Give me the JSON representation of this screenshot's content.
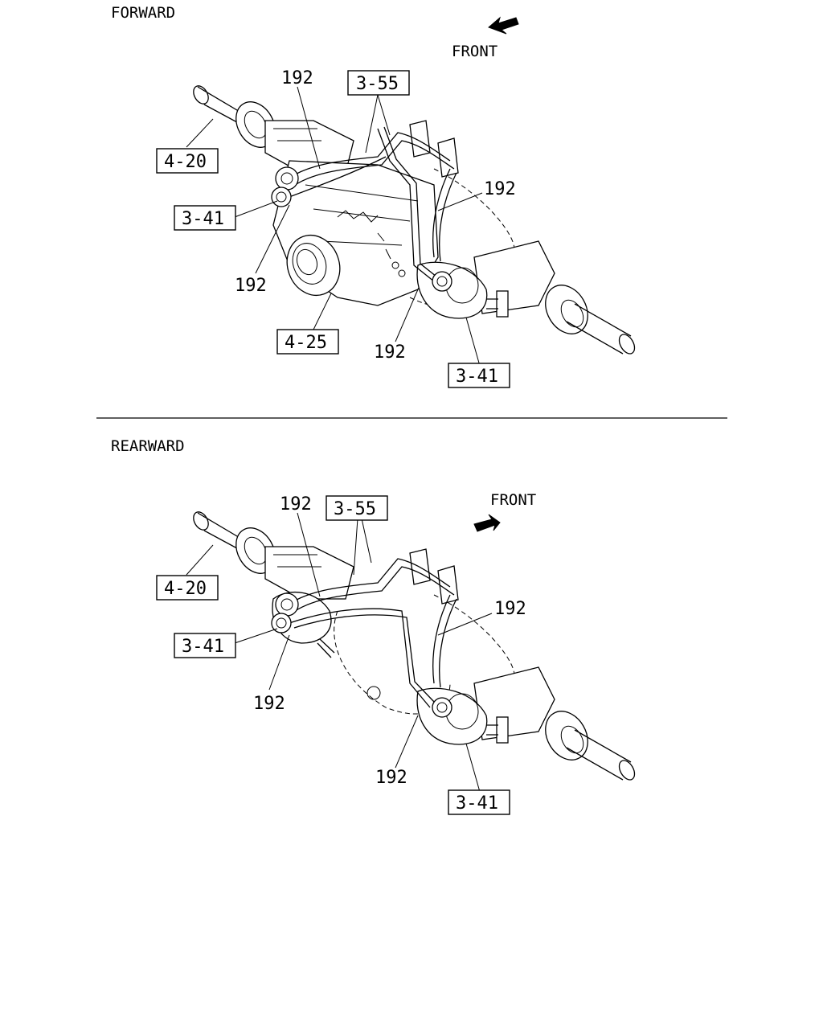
{
  "sections": {
    "forward": {
      "title": "FORWARD",
      "front_label": "FRONT",
      "callouts": {
        "c192_top": "192",
        "c192_right": "192",
        "c192_left": "192",
        "c192_bottom": "192"
      },
      "refs": {
        "r355": "3-55",
        "r420": "4-20",
        "r341_left": "3-41",
        "r425": "4-25",
        "r341_right": "3-41"
      }
    },
    "rearward": {
      "title": "REARWARD",
      "front_label": "FRONT",
      "callouts": {
        "c192_top": "192",
        "c192_right": "192",
        "c192_left": "192",
        "c192_bottom": "192"
      },
      "refs": {
        "r355": "3-55",
        "r420": "4-20",
        "r341_left": "3-41",
        "r341_right": "3-41"
      }
    }
  },
  "icons": {
    "front_arrow": "arrow-icon"
  }
}
